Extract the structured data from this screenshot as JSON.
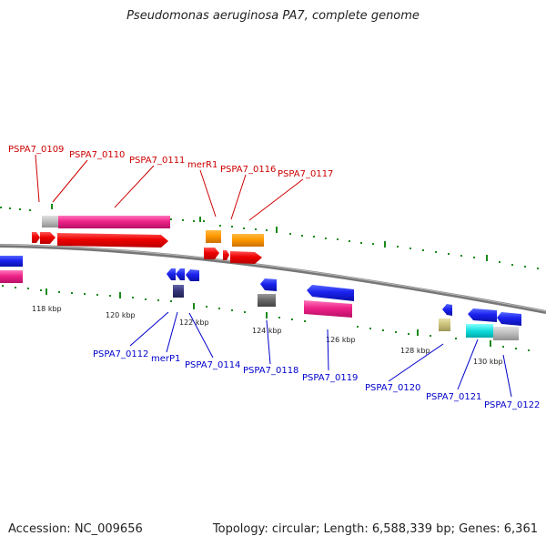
{
  "title": "Pseudomonas aeruginosa PA7, complete genome",
  "footer": {
    "accession": "Accession: NC_009656",
    "topology": "Topology: circular; Length: 6,588,339 bp; Genes: 6,361"
  },
  "colors": {
    "top_label": "#cc0000",
    "bottom_label": "#0000cc",
    "backbone": "#777777",
    "tick": "#1a8a1a"
  },
  "scale_labels": [
    "118 kbp",
    "120 kbp",
    "122 kbp",
    "124 kbp",
    "126 kbp",
    "128 kbp",
    "130 kbp"
  ],
  "top_genes": [
    "PSPA7_0109",
    "PSPA7_0110",
    "PSPA7_0111",
    "merR1",
    "PSPA7_0116",
    "PSPA7_0117"
  ],
  "bottom_genes": [
    "PSPA7_0112",
    "merP1",
    "PSPA7_0114",
    "PSPA7_0118",
    "PSPA7_0119",
    "PSPA7_0120",
    "PSPA7_0121",
    "PSPA7_0122"
  ]
}
